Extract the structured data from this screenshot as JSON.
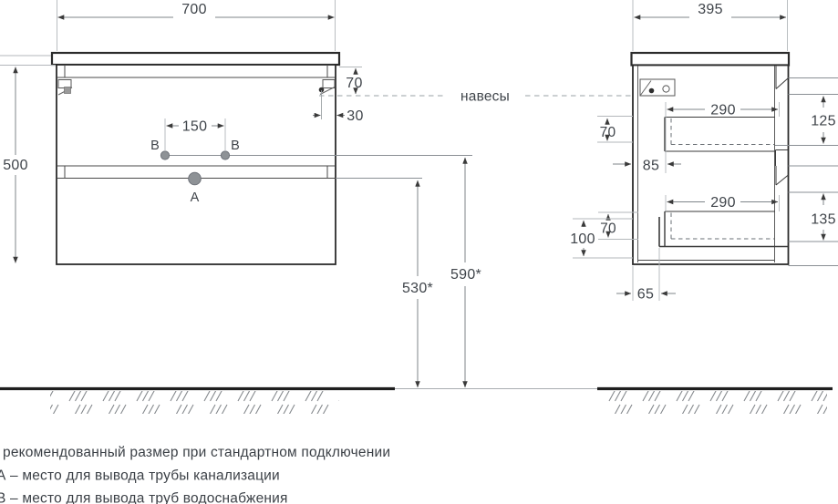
{
  "drawing": {
    "front": {
      "width": "700",
      "height": "500",
      "hanger_top_offset": "70",
      "hanger_side_offset": "30",
      "holes_spacing": "150",
      "hole_b": "B",
      "hole_a": "A",
      "floor_to_siphon": "530*",
      "floor_to_supply": "590*",
      "hangers_note": "навесы"
    },
    "side": {
      "depth": "395",
      "drawer1_length": "290",
      "drawer1_front": "125",
      "drawer1_height": "70",
      "back_offset": "85",
      "drawer2_length": "290",
      "drawer2_front": "135",
      "drawer2_height": "70",
      "back_height": "100",
      "recess_offset": "65"
    }
  },
  "legend": {
    "asterisk_note": "рекомендованный размер при стандартном подключении",
    "note_a": "А – место для вывода трубы канализации",
    "note_b": "В – место для вывода труб водоснабжения"
  },
  "colors": {
    "line_dark": "#2b2b2b",
    "line_light": "#9aa0a4",
    "text": "#3f444a",
    "hole_fill": "#8e9296",
    "floor": "#1e1e1e"
  }
}
